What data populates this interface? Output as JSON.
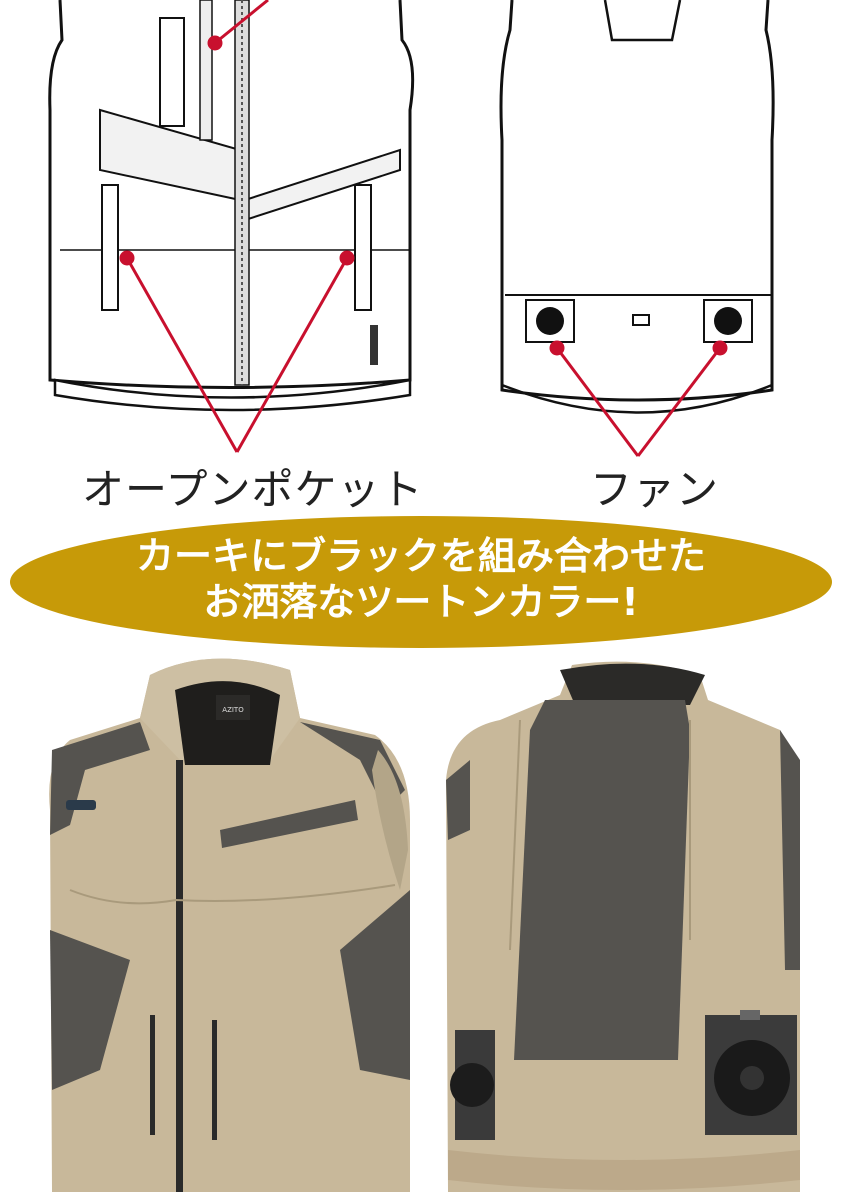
{
  "labels": {
    "pocket": "オープンポケット",
    "fan": "ファン"
  },
  "banner": {
    "line1": "カーキにブラックを組み合わせた",
    "line2": "お洒落なツートンカラー!",
    "color": "#c79a08"
  },
  "front_vest": {
    "tag_text": "AZITO"
  },
  "colors": {
    "khaki": "#c8b89a",
    "dark_panel": "#55534f",
    "callout_red": "#c8102e"
  }
}
